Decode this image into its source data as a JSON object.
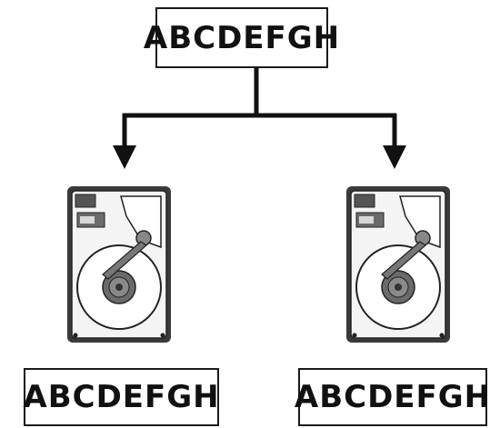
{
  "source": {
    "label": "ABCDEFGH"
  },
  "targets": [
    {
      "label": "ABCDEFGH"
    },
    {
      "label": "ABCDEFGH"
    }
  ],
  "icons": {
    "drive": "hard-drive-icon",
    "arrow": "arrow-down-icon"
  },
  "colors": {
    "line": "#111111",
    "drive_frame": "#3a3a3a",
    "drive_body": "#f4f4f4",
    "platter": "#ffffff",
    "hub": "#555555"
  }
}
